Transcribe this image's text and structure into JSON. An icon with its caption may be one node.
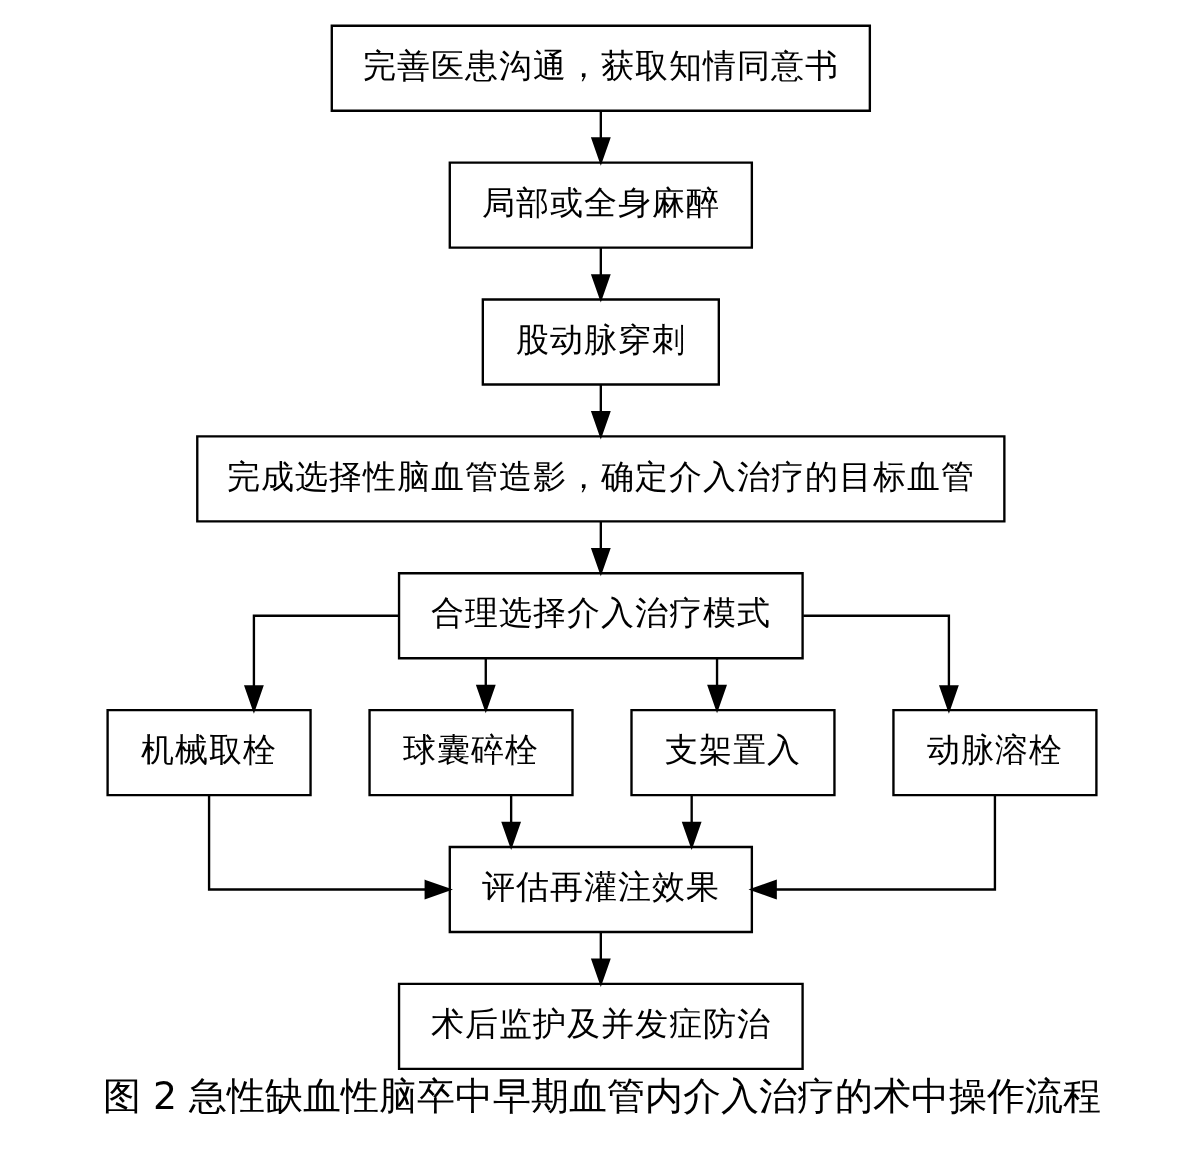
{
  "diagram": {
    "caption": "图 2 急性缺血性脑卒中早期血管内介入治疗的术中操作流程",
    "nodes": [
      {
        "text": [
          "完善医患沟通，获取知情同意书"
        ]
      },
      {
        "text": [
          "局部或全身麻醉"
        ]
      },
      {
        "text": [
          "股动脉穿刺"
        ]
      },
      {
        "text": [
          "完成选择性脑血管造影，确定介入治疗的目标血管"
        ]
      },
      {
        "text": [
          "合理选择介入治疗模式"
        ]
      },
      {
        "text": [
          "机械取栓"
        ]
      },
      {
        "text": [
          "球囊碎栓"
        ]
      },
      {
        "text": [
          "支架置入"
        ]
      },
      {
        "text": [
          "动脉溶栓"
        ]
      },
      {
        "text": [
          "评估再灌注效果"
        ]
      },
      {
        "text": [
          "术后监护及并发症防治"
        ]
      }
    ],
    "edges": [
      {
        "from": 0,
        "to": 1,
        "arrow": "to"
      },
      {
        "from": 1,
        "to": 2,
        "arrow": "to"
      },
      {
        "from": 2,
        "to": 3,
        "arrow": "to"
      },
      {
        "from": 3,
        "to": 4,
        "arrow": "to"
      },
      {
        "from": 4,
        "to": 5,
        "arrow": "to"
      },
      {
        "from": 4,
        "to": 6,
        "arrow": "to"
      },
      {
        "from": 4,
        "to": 7,
        "arrow": "to"
      },
      {
        "from": 4,
        "to": 8,
        "arrow": "to"
      },
      {
        "from": 5,
        "to": 9,
        "arrow": "to"
      },
      {
        "from": 6,
        "to": 9,
        "arrow": "to"
      },
      {
        "from": 7,
        "to": 9,
        "arrow": "to"
      },
      {
        "from": 8,
        "to": 9,
        "arrow": "to"
      },
      {
        "from": 9,
        "to": 10,
        "arrow": "to"
      }
    ]
  }
}
